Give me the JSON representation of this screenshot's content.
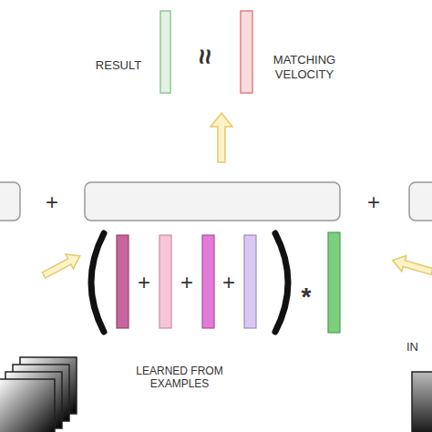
{
  "diagram": {
    "labels": [
      "RESULT",
      "≈",
      "MATCHING VELOCITY",
      "+",
      "+",
      "+",
      "+",
      "+",
      "*",
      "LEARNED FROM EXAMPLES",
      "IN"
    ]
  }
}
